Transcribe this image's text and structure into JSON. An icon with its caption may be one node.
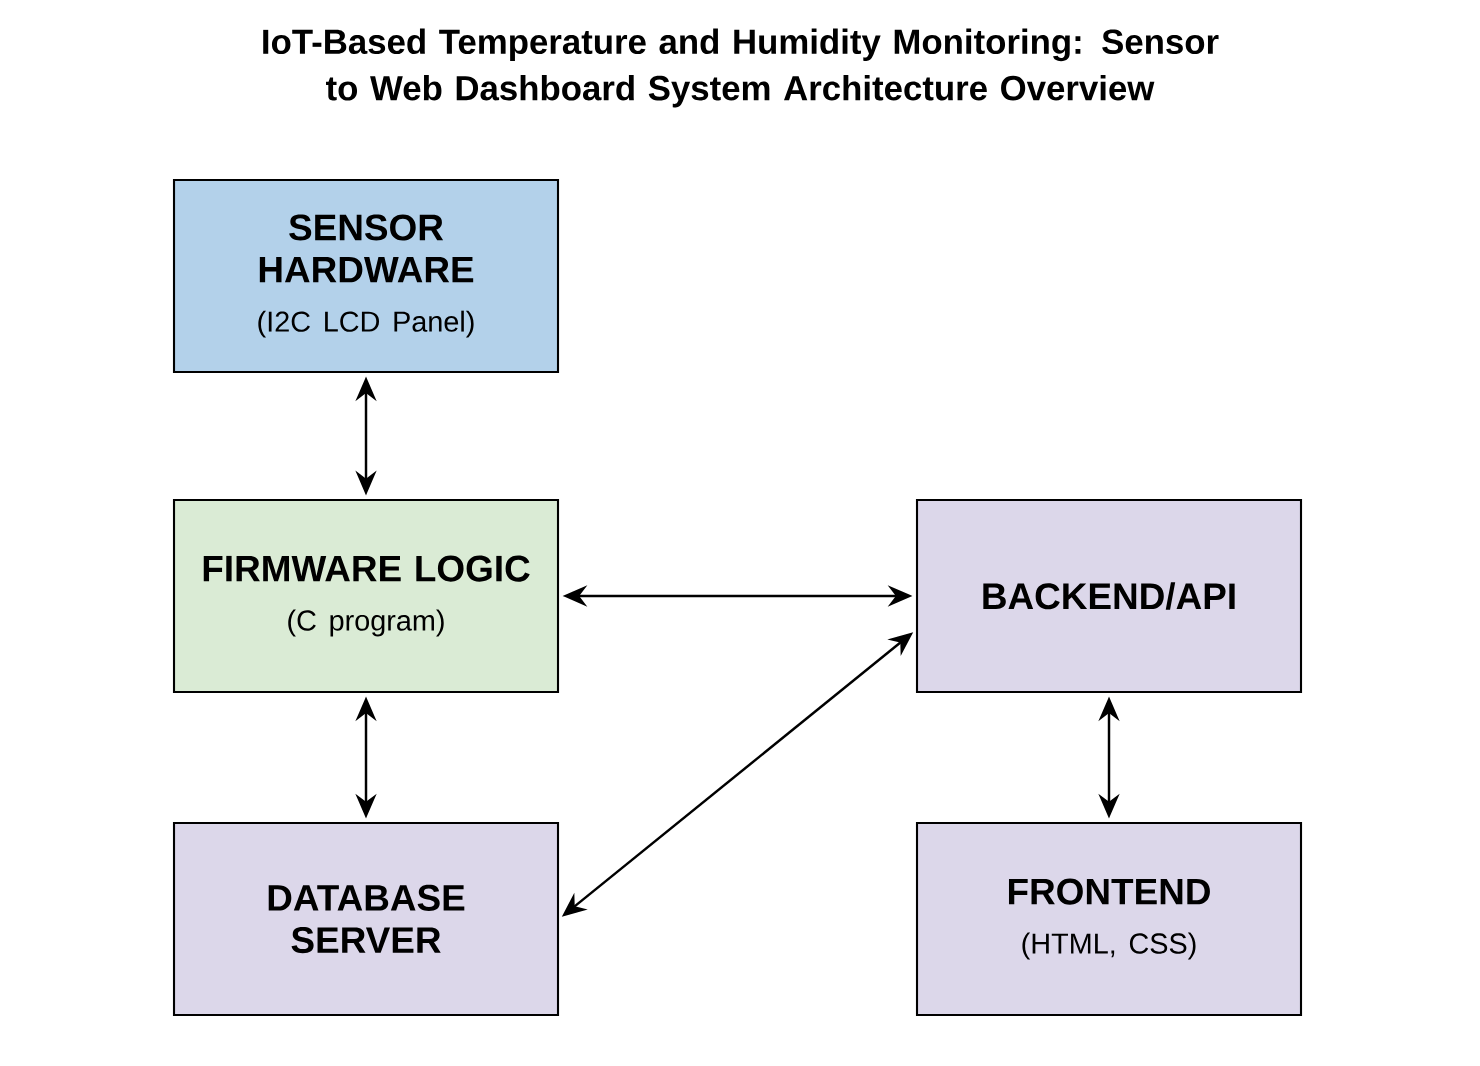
{
  "diagram": {
    "title": "IoT-Based Temperature and Humidity Monitoring: Sensor to Web Dashboard System Architecture Overview",
    "nodes": [
      {
        "text": [
          "SENSOR HARDWARE",
          "(I2C LCD Panel)"
        ]
      },
      {
        "text": [
          "FIRMWARE LOGIC",
          "(C program)"
        ]
      },
      {
        "text": [
          "BACKEND/API"
        ]
      },
      {
        "text": [
          "DATABASE SERVER"
        ]
      },
      {
        "text": [
          "FRONTEND",
          "(HTML, CSS)"
        ]
      }
    ],
    "edges": [
      {
        "from": 0,
        "to": 1,
        "arrow": "both"
      },
      {
        "from": 1,
        "to": 2,
        "arrow": "both"
      },
      {
        "from": 1,
        "to": 3,
        "arrow": "both"
      },
      {
        "from": 3,
        "to": 2,
        "arrow": "both"
      },
      {
        "from": 2,
        "to": 4,
        "arrow": "both"
      }
    ]
  }
}
